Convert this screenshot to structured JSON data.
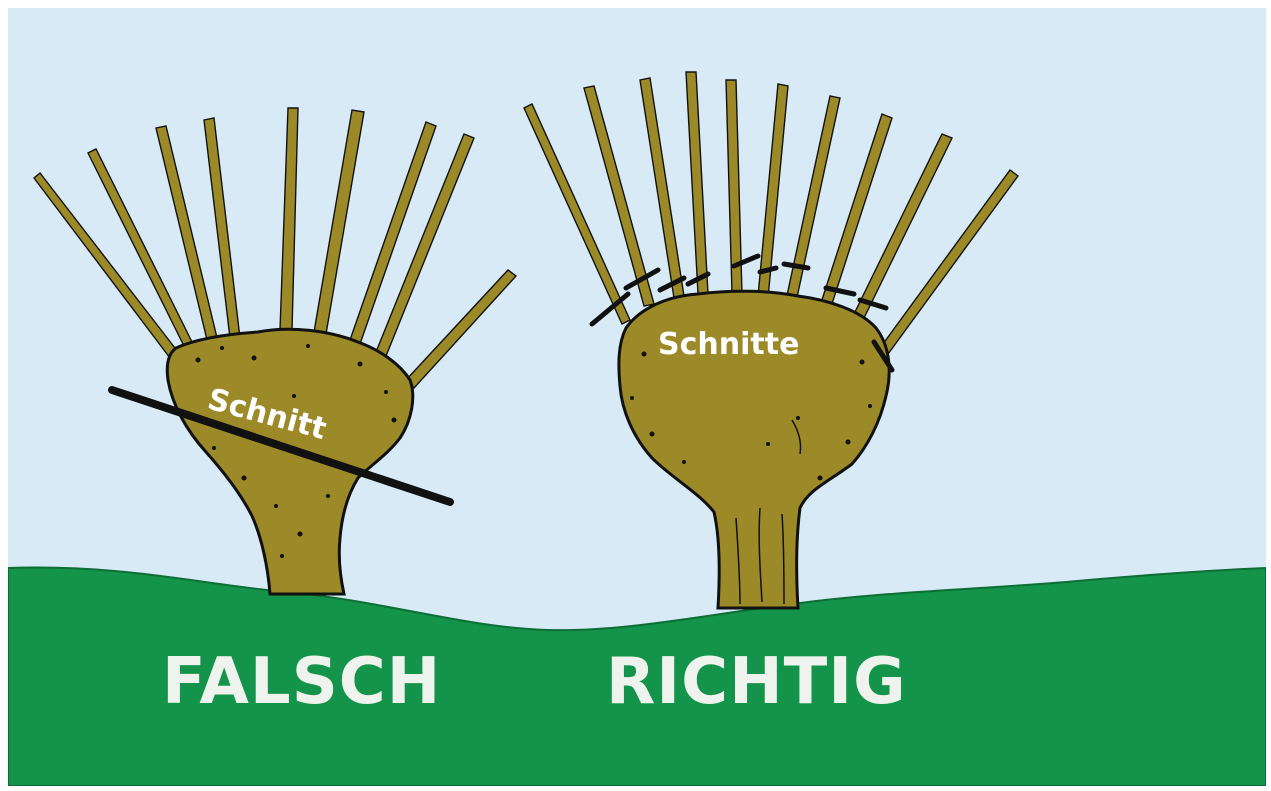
{
  "labels": {
    "left_cut": "Schnitt",
    "right_cuts": "Schnitte",
    "left_verdict": "FALSCH",
    "right_verdict": "RICHTIG"
  },
  "colors": {
    "sky": "#d7eaf6",
    "ground": "#14944a",
    "tree": "#9b8a27",
    "outline": "#111111",
    "verdict_text": "#eef3ee",
    "cut_text": "#ffffff"
  }
}
